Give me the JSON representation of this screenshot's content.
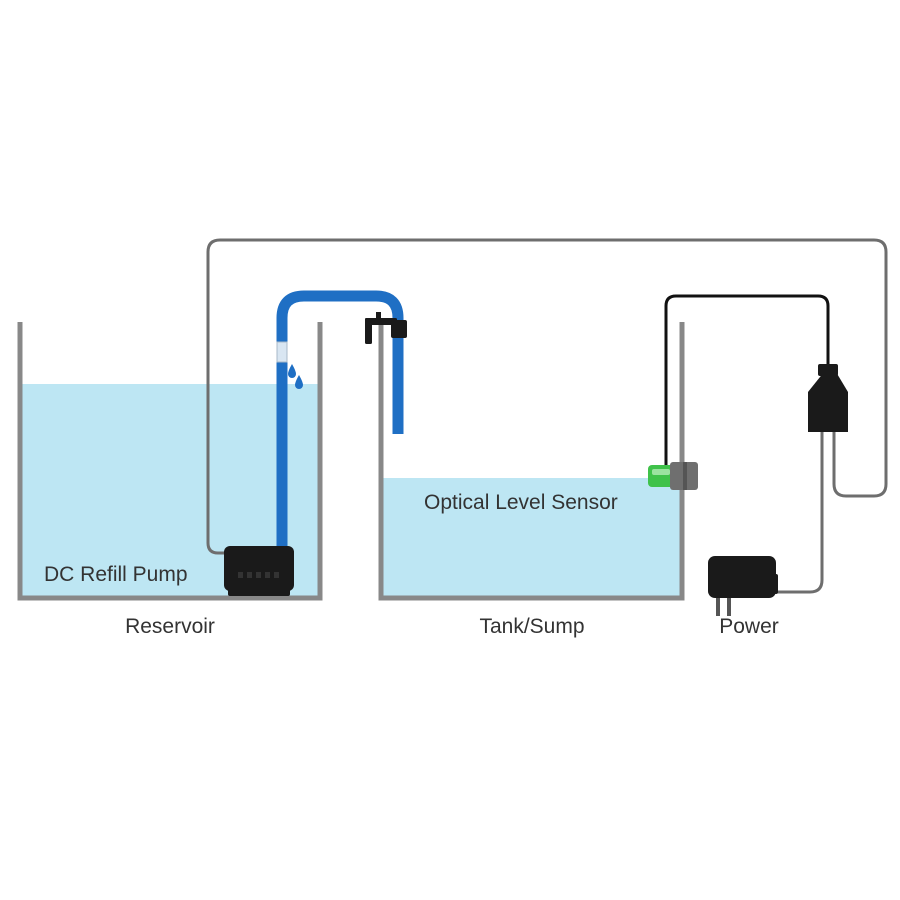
{
  "labels": {
    "pump": "DC Refill Pump",
    "reservoir": "Reservoir",
    "sensor": "Optical Level Sensor",
    "tank": "Tank/Sump",
    "power": "Power"
  },
  "colors": {
    "water": "#bde6f3",
    "tube": "#1f6fc4",
    "tank_wall": "#888888",
    "gray_cable": "#6e6e6e",
    "black_cable": "#111111",
    "sensor_led": "#3fc24a",
    "device": "#1a1a1a"
  },
  "icons": {
    "pump": "pump-icon",
    "water_drops": "water-drops-icon",
    "sensor": "optical-sensor-icon",
    "tube_clip": "tube-clip-icon",
    "controller": "controller-icon",
    "power_adapter": "power-adapter-icon"
  }
}
